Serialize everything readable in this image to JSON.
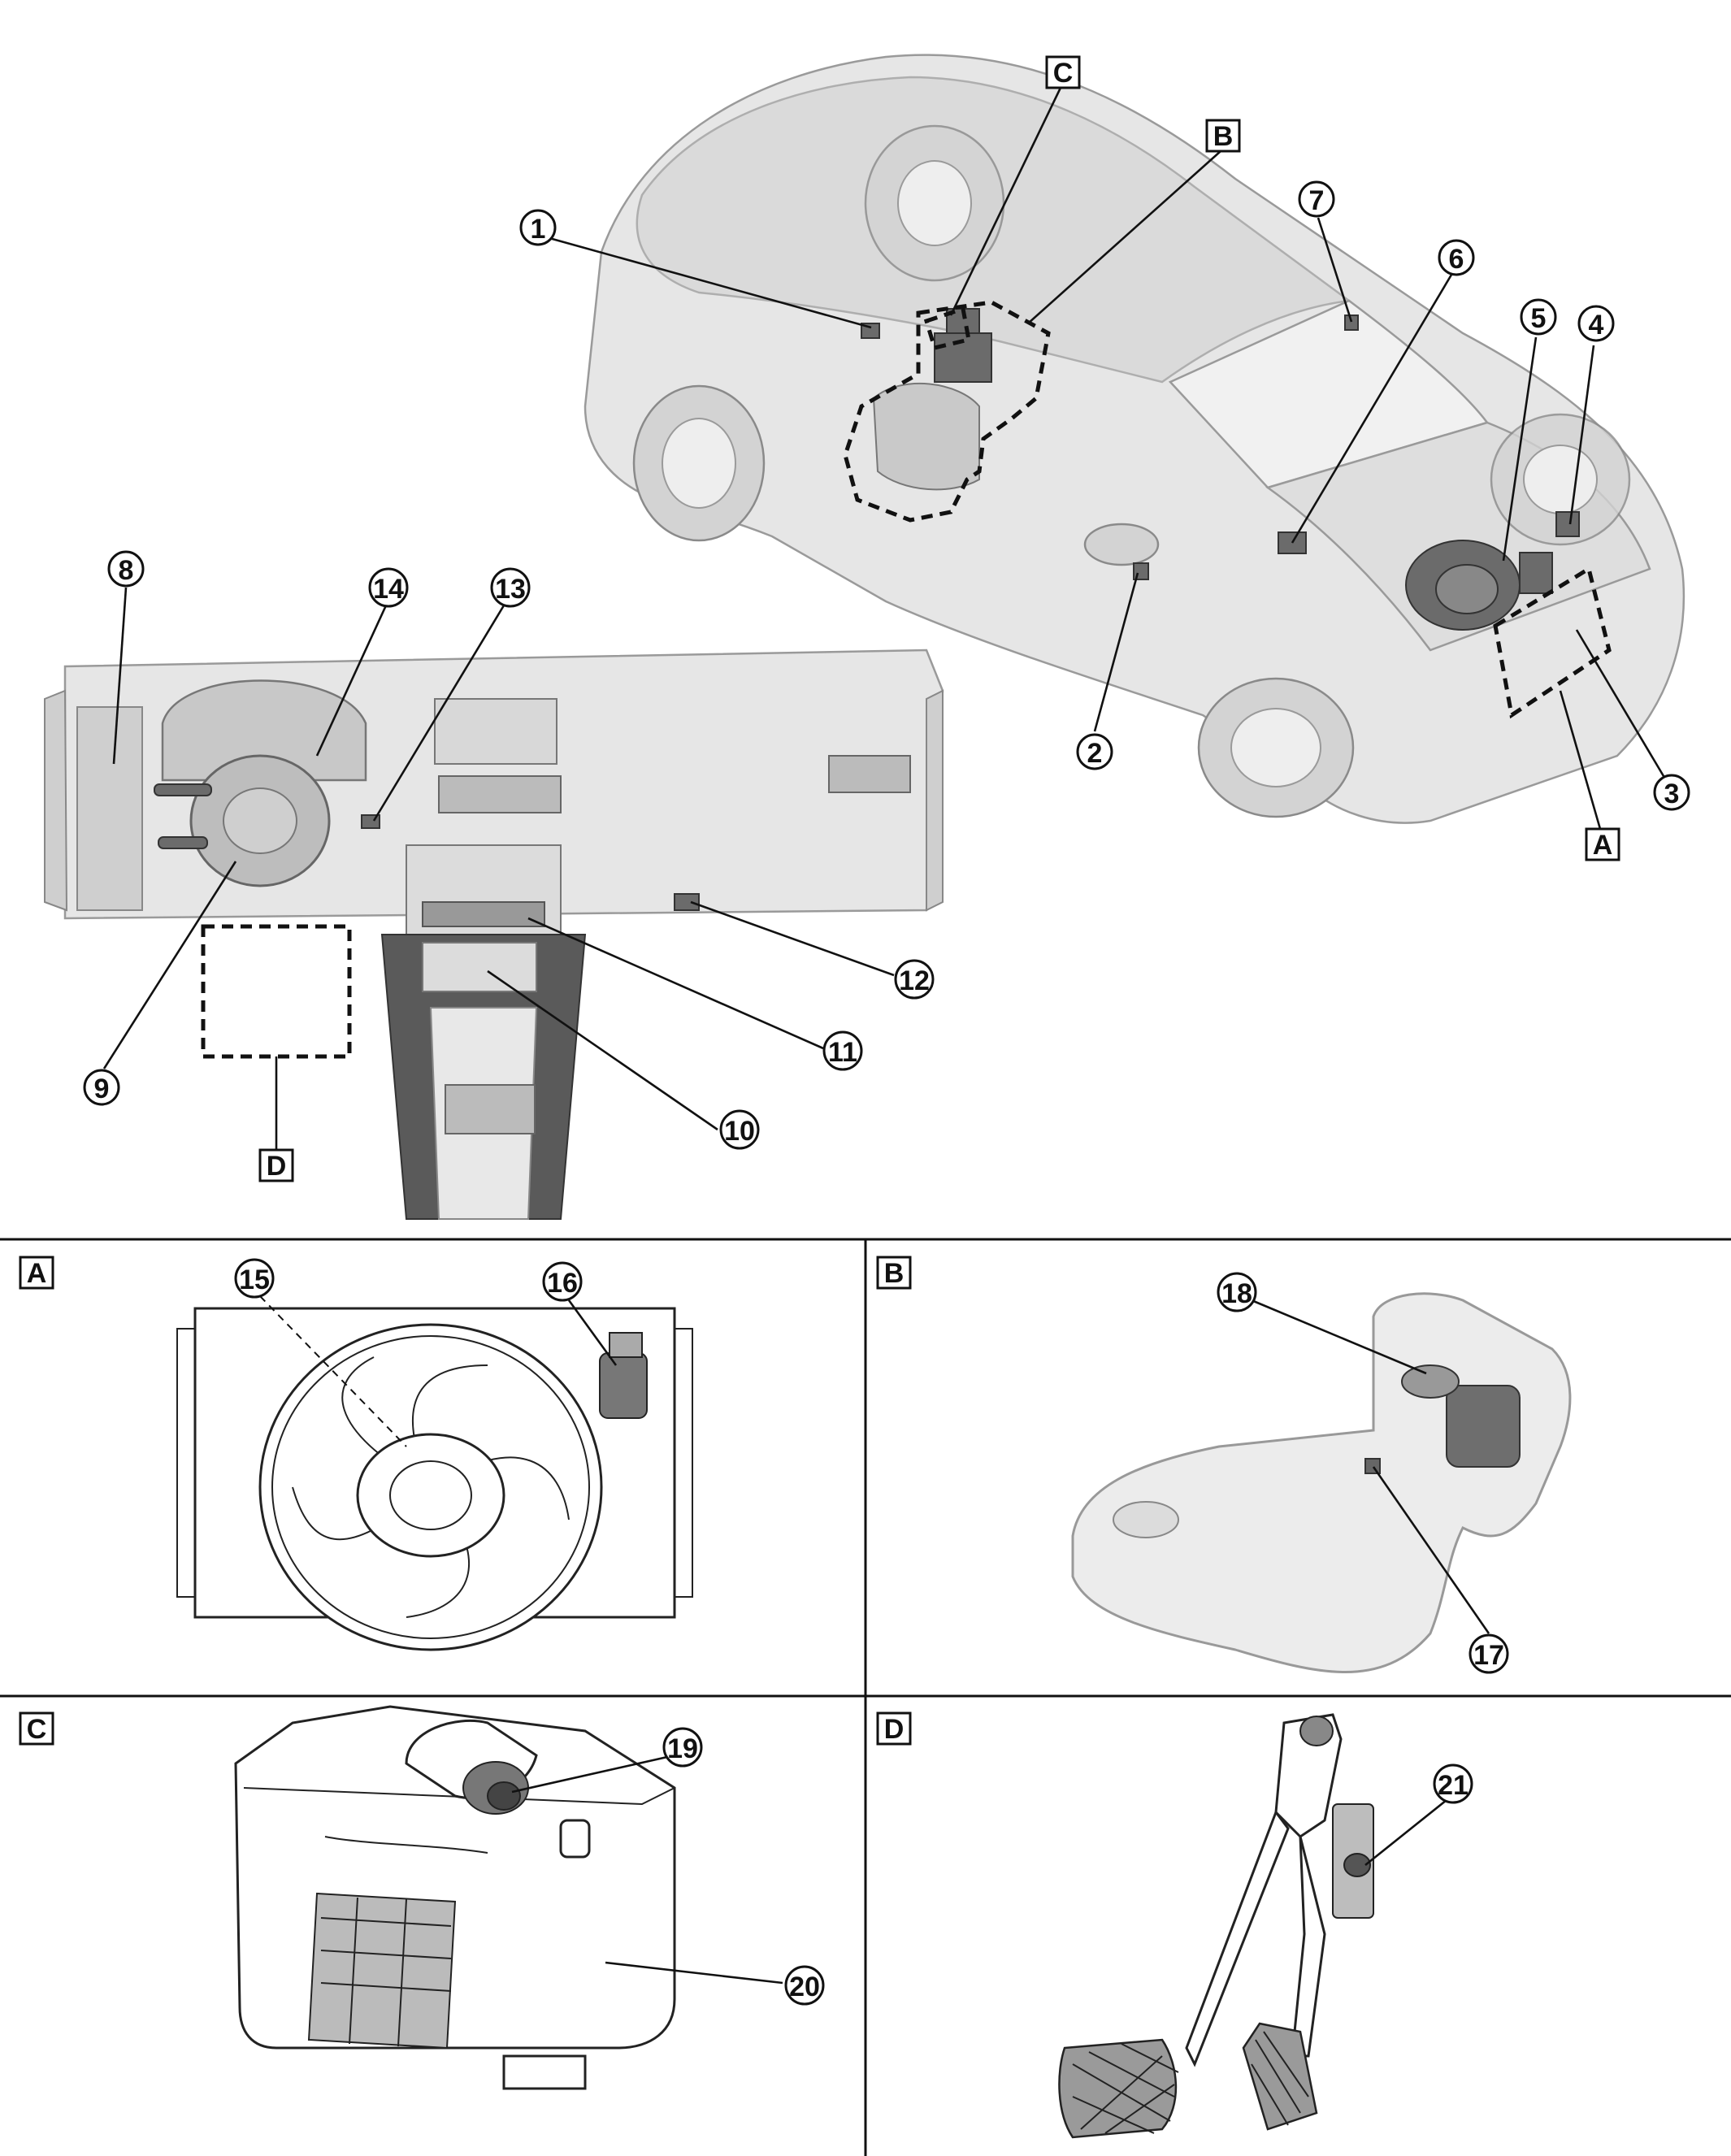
{
  "callouts": [
    "1",
    "2",
    "3",
    "4",
    "5",
    "6",
    "7",
    "8",
    "9",
    "10",
    "11",
    "12",
    "13",
    "14",
    "15",
    "16",
    "17",
    "18",
    "19",
    "20",
    "21"
  ],
  "detail_labels": [
    "A",
    "B",
    "C",
    "D"
  ],
  "colors": {
    "ink": "#111111",
    "ghost_fill": "#e6e6e6",
    "ghost_stroke": "#9a9a9a",
    "background": "#ffffff"
  }
}
